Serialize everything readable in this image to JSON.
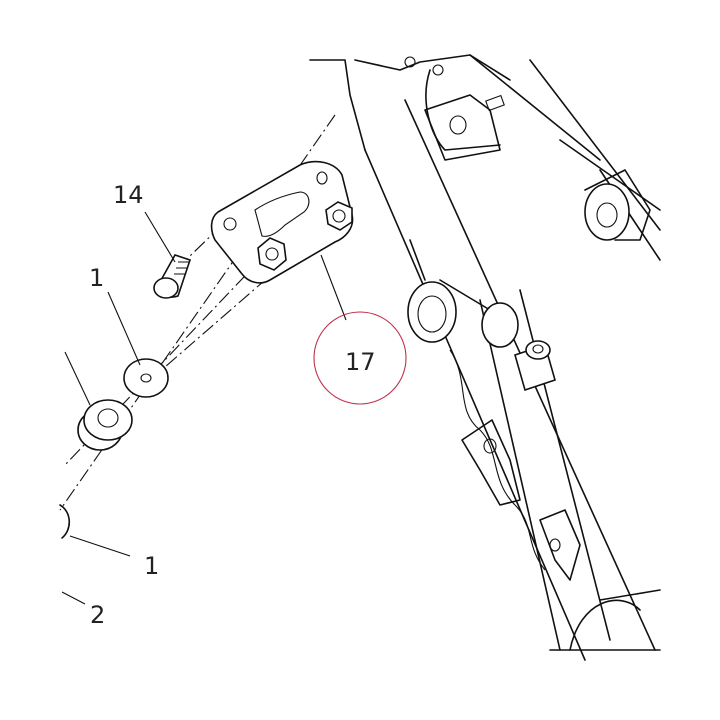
{
  "callouts": [
    {
      "id": "c14",
      "label": "14"
    },
    {
      "id": "c1a",
      "label": "1"
    },
    {
      "id": "c17",
      "label": "17"
    },
    {
      "id": "c1b",
      "label": "1"
    },
    {
      "id": "c2",
      "label": "2"
    }
  ],
  "highlight_color": "#c0324a",
  "line_color": "#111111"
}
